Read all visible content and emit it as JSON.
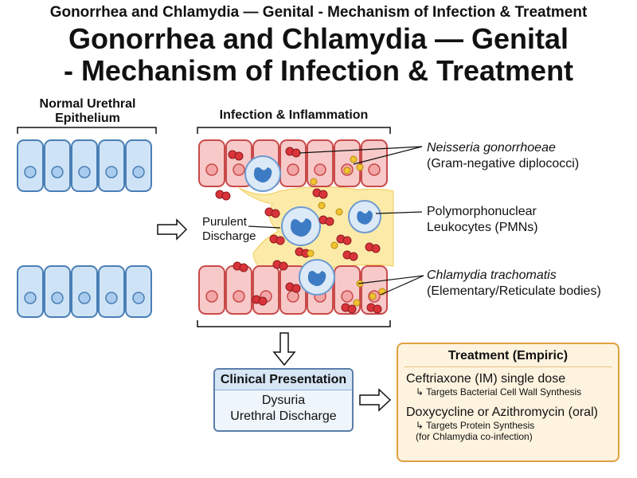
{
  "header": {
    "small_title": "Gonorrhea and Chlamydia — Genital - Mechanism of Infection & Treatment",
    "title_line1": "Gonorrhea and Chlamydia — Genital",
    "title_line2": "- Mechanism of Infection & Treatment"
  },
  "panels": {
    "normal_label_line1": "Normal Urethral",
    "normal_label_line2": "Epithelium",
    "infection_label": "Infection & Inflammation"
  },
  "annotations": {
    "neisseria_name": "Neisseria gonorrhoeae",
    "neisseria_desc": "(Gram-negative diplococci)",
    "pmn_line1": "Polymorphonuclear",
    "pmn_line2": "Leukocytes (PMNs)",
    "chlamydia_name": "Chlamydia trachomatis",
    "chlamydia_desc": "(Elementary/Reticulate bodies)",
    "discharge_line1": "Purulent",
    "discharge_line2": "Discharge"
  },
  "clinical": {
    "title": "Clinical Presentation",
    "line1": "Dysuria",
    "line2": "Urethral Discharge"
  },
  "treatment": {
    "title": "Treatment (Empiric)",
    "drug1": "Ceftriaxone (IM) single dose",
    "drug1_note": "↳ Targets Bacterial Cell Wall Synthesis",
    "drug2": "Doxycycline or Azithromycin (oral)",
    "drug2_note1": "↳ Targets Protein Synthesis",
    "drug2_note2": "(for Chlamydia co-infection)"
  },
  "colors": {
    "normal_cell_fill": "#cfe3f6",
    "normal_cell_stroke": "#4a7fb5",
    "inflamed_cell_fill": "#f7c9c9",
    "inflamed_cell_stroke": "#c94a4a",
    "bacteria": "#d9343a",
    "exudate": "#fbeaa8",
    "pmn_nucleus": "#3d7cc4",
    "chlamydia_body": "#f2c230",
    "treatment_border": "#e0a140",
    "clinical_border": "#5a7ea8"
  }
}
